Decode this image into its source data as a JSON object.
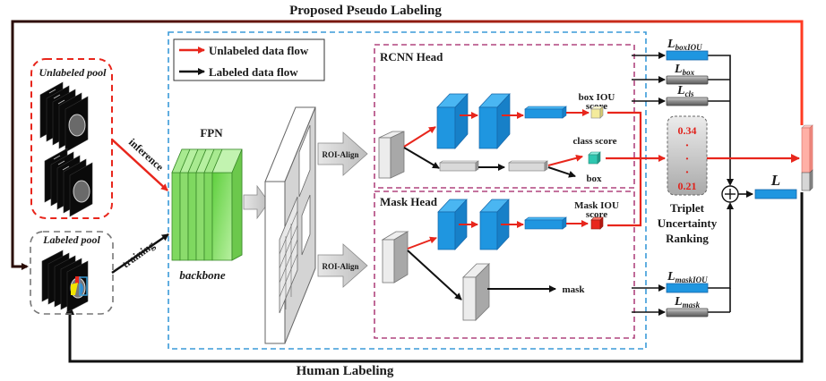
{
  "title_top": "Proposed Pseudo Labeling",
  "title_bottom": "Human Labeling",
  "legend": {
    "unlabeled": "Unlabeled data flow",
    "labeled": "Labeled data flow"
  },
  "pools": {
    "unlabeled": "Unlabeled pool",
    "labeled": "Labeled pool"
  },
  "edges": {
    "inference": "inference",
    "training": "training"
  },
  "backbone": {
    "fpn": "FPN",
    "label": "backbone"
  },
  "roi_align": [
    "ROI-Align",
    "ROI-Align"
  ],
  "rcnn_head": {
    "title": "RCNN Head",
    "box_iou_score": [
      "box IOU",
      "score"
    ],
    "class_score": "class score",
    "box": "box"
  },
  "mask_head": {
    "title": "Mask Head",
    "mask_iou_score": [
      "Mask IOU",
      "score"
    ],
    "mask": "mask"
  },
  "losses": {
    "box_iou": {
      "main": "L",
      "sub": "boxIOU"
    },
    "box": {
      "main": "L",
      "sub": "box"
    },
    "cls": {
      "main": "L",
      "sub": "cls"
    },
    "mask_iou": {
      "main": "L",
      "sub": "maskIOU"
    },
    "mask": {
      "main": "L",
      "sub": "mask"
    },
    "total": "L",
    "sum_symbol": "+"
  },
  "ranking": {
    "top_value": "0.34",
    "dots": [
      "·",
      "·",
      "·"
    ],
    "bottom_value": "0.21",
    "label": [
      "Triplet",
      "Uncertainty",
      "Ranking"
    ]
  },
  "colors": {
    "unlabeled_flow": "#e8261c",
    "labeled_flow": "#111111",
    "backbone_dashed": "#3a9ad9",
    "head_dashed": "#b0457e",
    "blue_block": "#1f96e0",
    "fpn_green": "#7fd860"
  }
}
